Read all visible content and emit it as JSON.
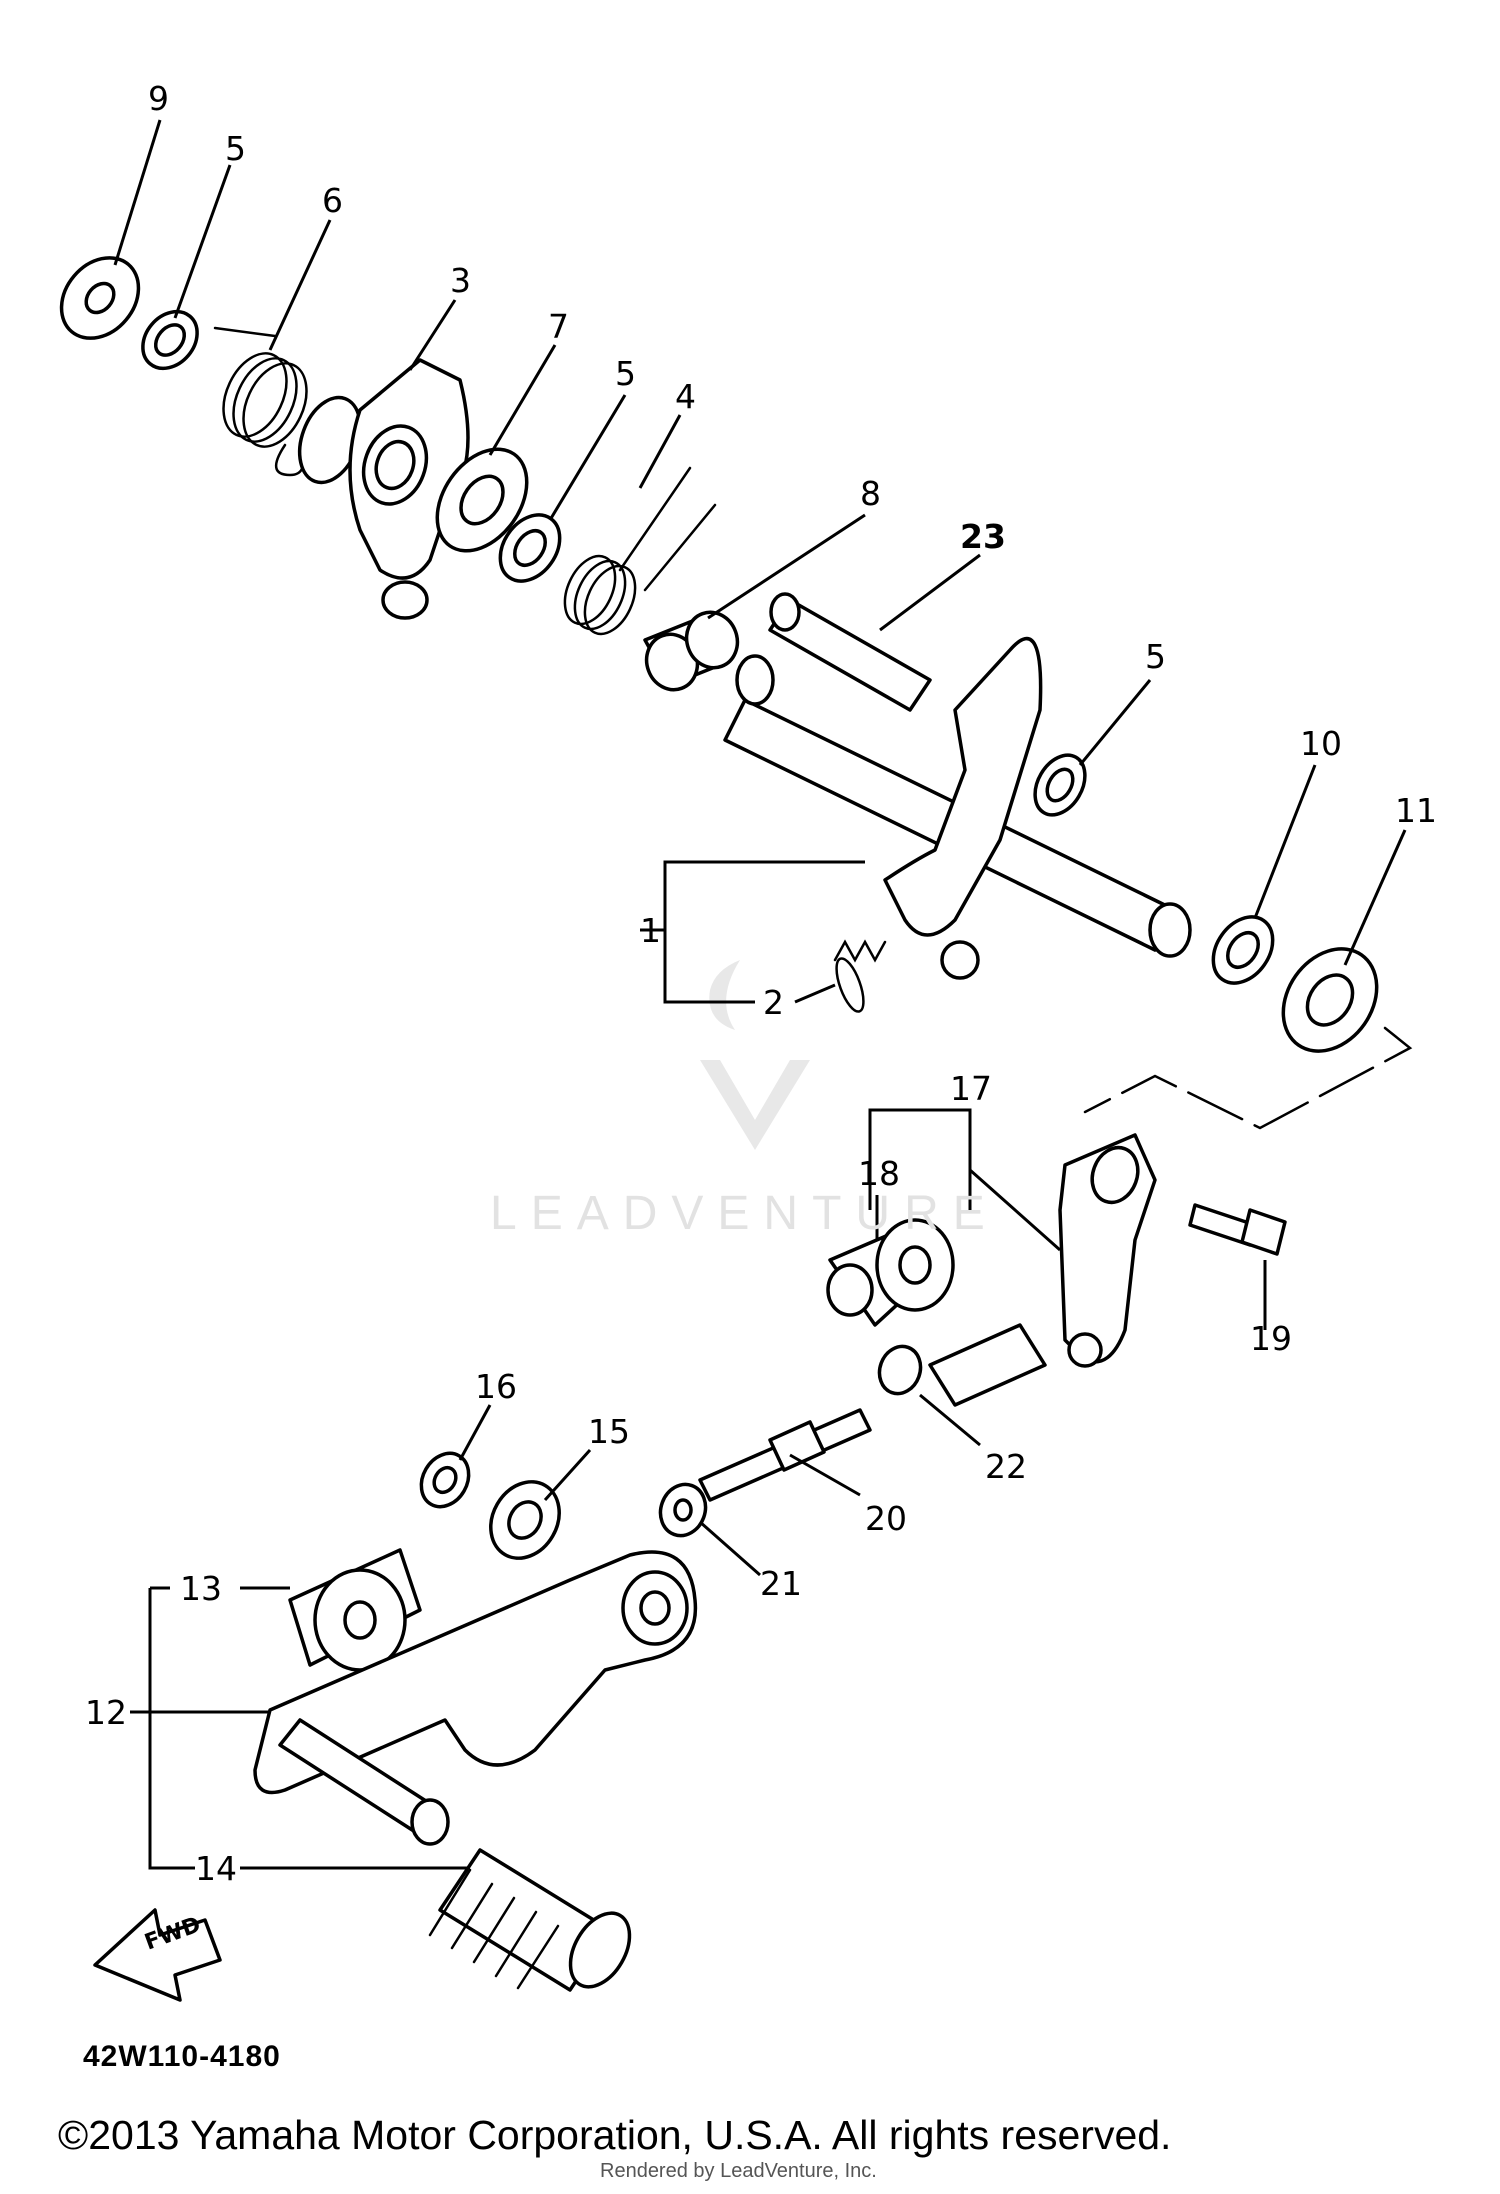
{
  "diagram_code": "42W110-4180",
  "copyright": "©2013 Yamaha Motor Corporation, U.S.A. All rights reserved.",
  "rendered_by": "Rendered by LeadVenture, Inc.",
  "watermark": "LEADVENTURE",
  "fwd_label": "FWD",
  "callouts": {
    "c9": "9",
    "c5a": "5",
    "c6": "6",
    "c3": "3",
    "c7": "7",
    "c5b": "5",
    "c4": "4",
    "c8": "8",
    "c23": "23",
    "c5c": "5",
    "c10": "10",
    "c11": "11",
    "c1": "1",
    "c2": "2",
    "c17": "17",
    "c18": "18",
    "c19": "19",
    "c16": "16",
    "c15": "15",
    "c22": "22",
    "c20": "20",
    "c21": "21",
    "c13": "13",
    "c12": "12",
    "c14": "14"
  }
}
